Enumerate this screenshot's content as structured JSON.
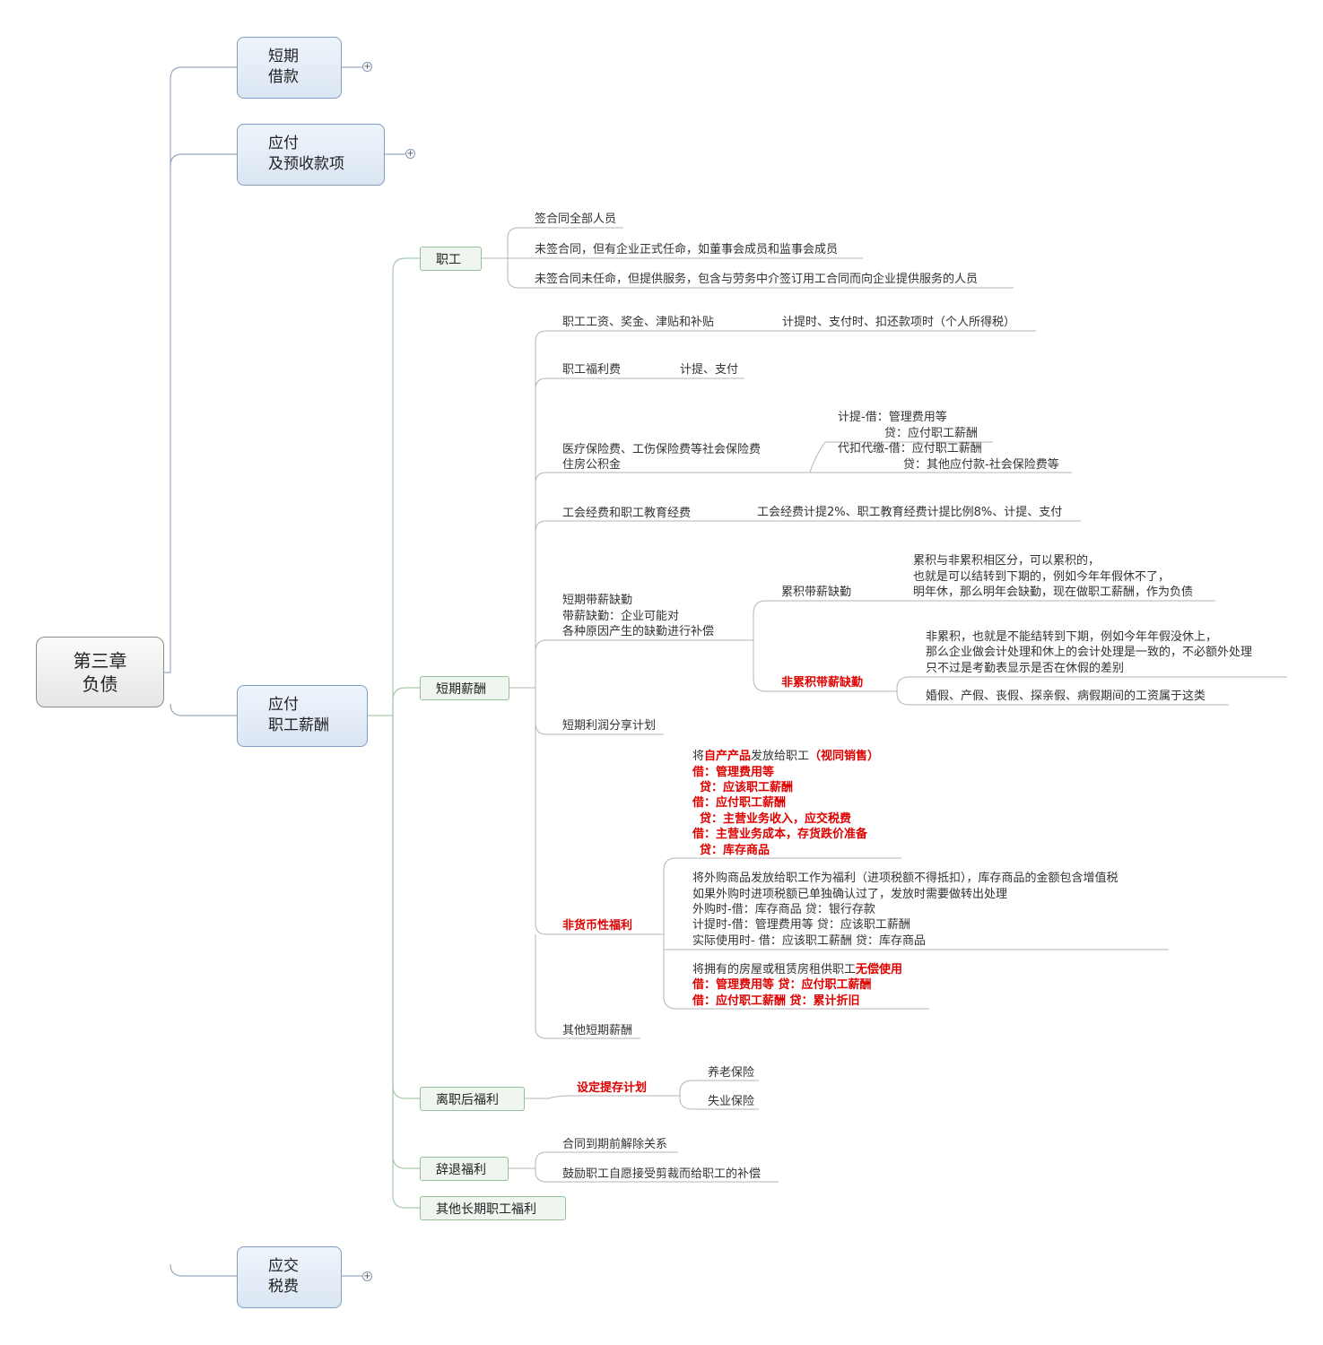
{
  "root": {
    "line1": "第三章",
    "line2": "负债"
  },
  "topics": {
    "short_loan": {
      "line1": "短期",
      "line2": "借款"
    },
    "payables": {
      "line1": "应付",
      "line2": "及预收款项"
    },
    "payroll": {
      "line1": "应付",
      "line2": "职工薪酬"
    },
    "taxes": {
      "line1": "应交",
      "line2": "税费"
    }
  },
  "payroll_children": {
    "staff": "职工",
    "short_pay": "短期薪酬",
    "post_employment": "离职后福利",
    "termination": "辞退福利",
    "other_long": "其他长期职工福利"
  },
  "staff_items": [
    "签合同全部人员",
    "未签合同，但有企业正式任命，如董事会成员和监事会成员",
    "未签合同未任命，但提供服务，包含与劳务中介签订用工合同而向企业提供服务的人员"
  ],
  "short_pay": {
    "wages": {
      "label": "职工工资、奖金、津贴和补贴",
      "note": "计提时、支付时、扣还款项时（个人所得税）"
    },
    "welfare": {
      "label": "职工福利费",
      "note": "计提、支付"
    },
    "insurance": {
      "label1": "医疗保险费、工伤保险费等社会保险费",
      "label2": "住房公积金",
      "note1": "计提-借：管理费用等",
      "note2": "贷：应付职工薪酬",
      "note3": "代扣代缴-借：应付职工薪酬",
      "note4": "贷：其他应付款-社会保险费等"
    },
    "union": {
      "label": "工会经费和职工教育经费",
      "note": "工会经费计提2%、职工教育经费计提比例8%、计提、支付"
    },
    "absence": {
      "label1": "短期带薪缺勤",
      "label2": "带薪缺勤：企业可能对",
      "label3": "各种原因产生的缺勤进行补偿",
      "cumulative": "累积带薪缺勤",
      "cum_note1": "累积与非累积相区分，可以累积的，",
      "cum_note2": "也就是可以结转到下期的，例如今年年假休不了，",
      "cum_note3": "明年休，那么明年会缺勤，现在做职工薪酬，作为负债",
      "noncumulative": "非累积带薪缺勤",
      "non_note1": "非累积，也就是不能结转到下期，例如今年年假没休上，",
      "non_note2": "那么企业做会计处理和休上的会计处理是一致的，不必额外处理",
      "non_note3": "只不过是考勤表显示是否在休假的差别",
      "non_note4": "婚假、产假、丧假、探亲假、病假期间的工资属于这类"
    },
    "profit_sharing": "短期利润分享计划",
    "nonmonetary": {
      "label": "非货币性福利",
      "own_a": "将",
      "own_b": "自产产品",
      "own_c": "发放给职工",
      "own_d": "（视同销售）",
      "own_lines": [
        "借：管理费用等",
        "贷：应该职工薪酬",
        "借：应付职工薪酬",
        "贷：主营业务收入，应交税费",
        "借：主营业务成本，存货跌价准备",
        "贷：库存商品"
      ],
      "bought_lines": [
        "将外购商品发放给职工作为福利（进项税额不得抵扣），库存商品的金额包含增值税",
        "如果外购时进项税额已单独确认过了，发放时需要做转出处理",
        "外购时-借：库存商品 贷：银行存款",
        "计提时-借：管理费用等 贷：应该职工薪酬",
        "实际使用时- 借：应该职工薪酬 贷：库存商品"
      ],
      "house_a": "将拥有的房屋或租赁房租供职工",
      "house_b": "无偿使用",
      "house_lines": [
        "借：管理费用等  贷：应付职工薪酬",
        "借：应付职工薪酬  贷：累计折旧"
      ]
    },
    "other": "其他短期薪酬"
  },
  "post_employment": {
    "plan": "设定提存计划",
    "items": [
      "养老保险",
      "失业保险"
    ]
  },
  "termination_items": [
    "合同到期前解除关系",
    "鼓励职工自愿接受剪裁而给职工的补偿"
  ],
  "expand_symbol": "+"
}
